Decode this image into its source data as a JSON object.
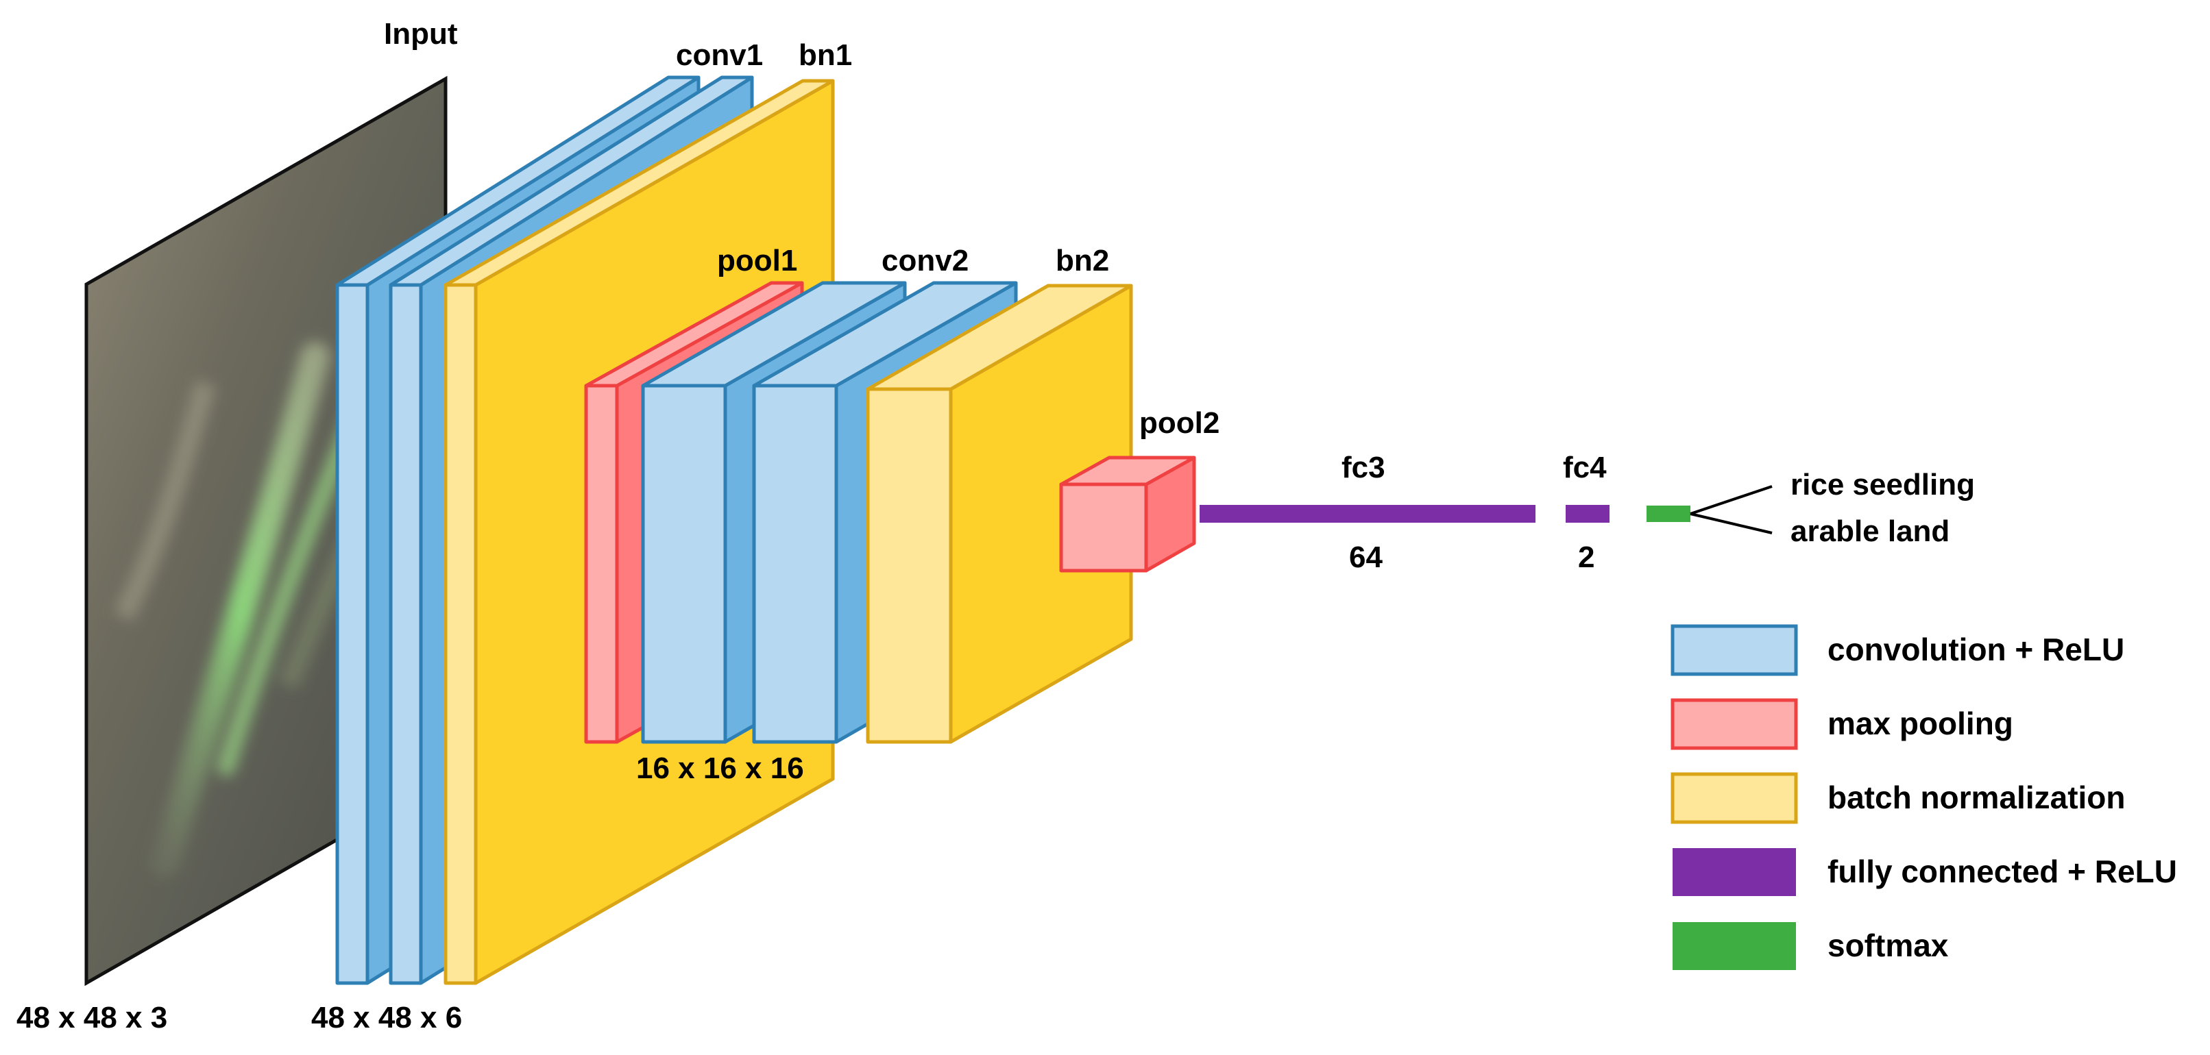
{
  "colors": {
    "conv_face": "#b7d8f1",
    "conv_side": "#6cb3e2",
    "conv_edge": "#2e7fb4",
    "pool_face": "#ffacad",
    "pool_side": "#ff7b7d",
    "pool_edge": "#ef4142",
    "bn_face": "#ffe79a",
    "bn_side": "#fdd02a",
    "bn_edge": "#d9a415",
    "fc": "#7b2ea6",
    "softmax": "#3fae42"
  },
  "labels": {
    "input": "Input",
    "conv1": "conv1",
    "bn1": "bn1",
    "pool1": "pool1",
    "conv2": "conv2",
    "bn2": "bn2",
    "pool2": "pool2",
    "fc3": "fc3",
    "fc3_size": "64",
    "fc4": "fc4",
    "fc4_size": "2",
    "dim_input": "48 x 48 x 3",
    "dim_conv1": "48 x 48 x 6",
    "dim_conv2": "16 x 16 x 16"
  },
  "outputs": [
    "rice seedling",
    "arable land"
  ],
  "legend": [
    {
      "label": "convolution + ReLU",
      "kind": "conv"
    },
    {
      "label": "max pooling",
      "kind": "pool"
    },
    {
      "label": "batch normalization",
      "kind": "bn"
    },
    {
      "label": "fully connected + ReLU",
      "kind": "fc"
    },
    {
      "label": "softmax",
      "kind": "softmax"
    }
  ]
}
